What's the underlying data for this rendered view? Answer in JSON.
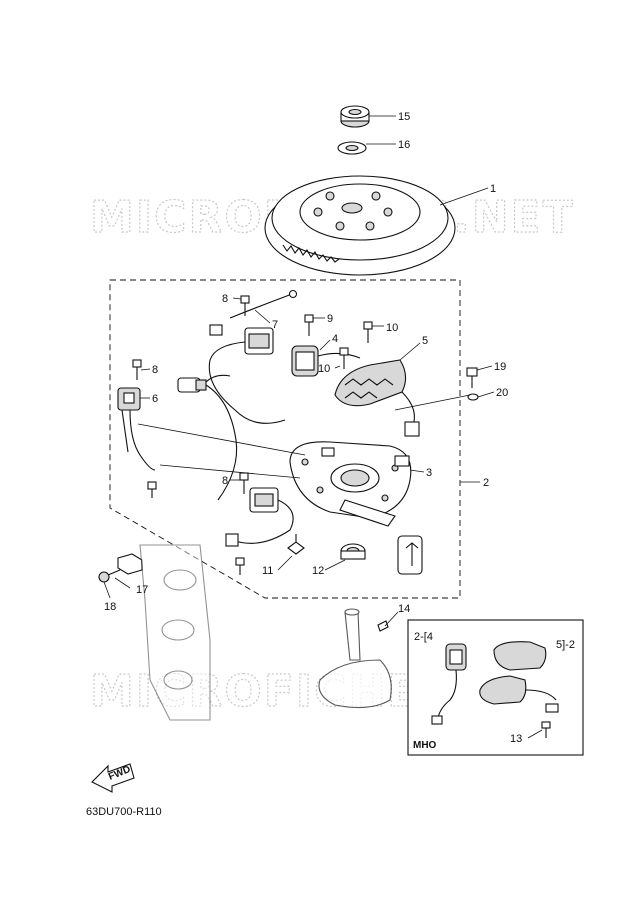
{
  "watermark": "MICROFICHES.NET",
  "diagram_code": "63DU700-R110",
  "fwd_label": "FWD",
  "inset_label": "MHO",
  "callouts": {
    "c1": "1",
    "c2": "2",
    "c3": "3",
    "c4": "4",
    "c5": "5",
    "c6": "6",
    "c7": "7",
    "c8a": "8",
    "c8b": "8",
    "c8c": "8",
    "c9": "9",
    "c10a": "10",
    "c10b": "10",
    "c11": "11",
    "c12": "12",
    "c13": "13",
    "c14": "14",
    "c15": "15",
    "c16": "16",
    "c17": "17",
    "c18": "18",
    "c19": "19",
    "c20": "20",
    "inset_left": "2-[4",
    "inset_right": "5]-2"
  }
}
